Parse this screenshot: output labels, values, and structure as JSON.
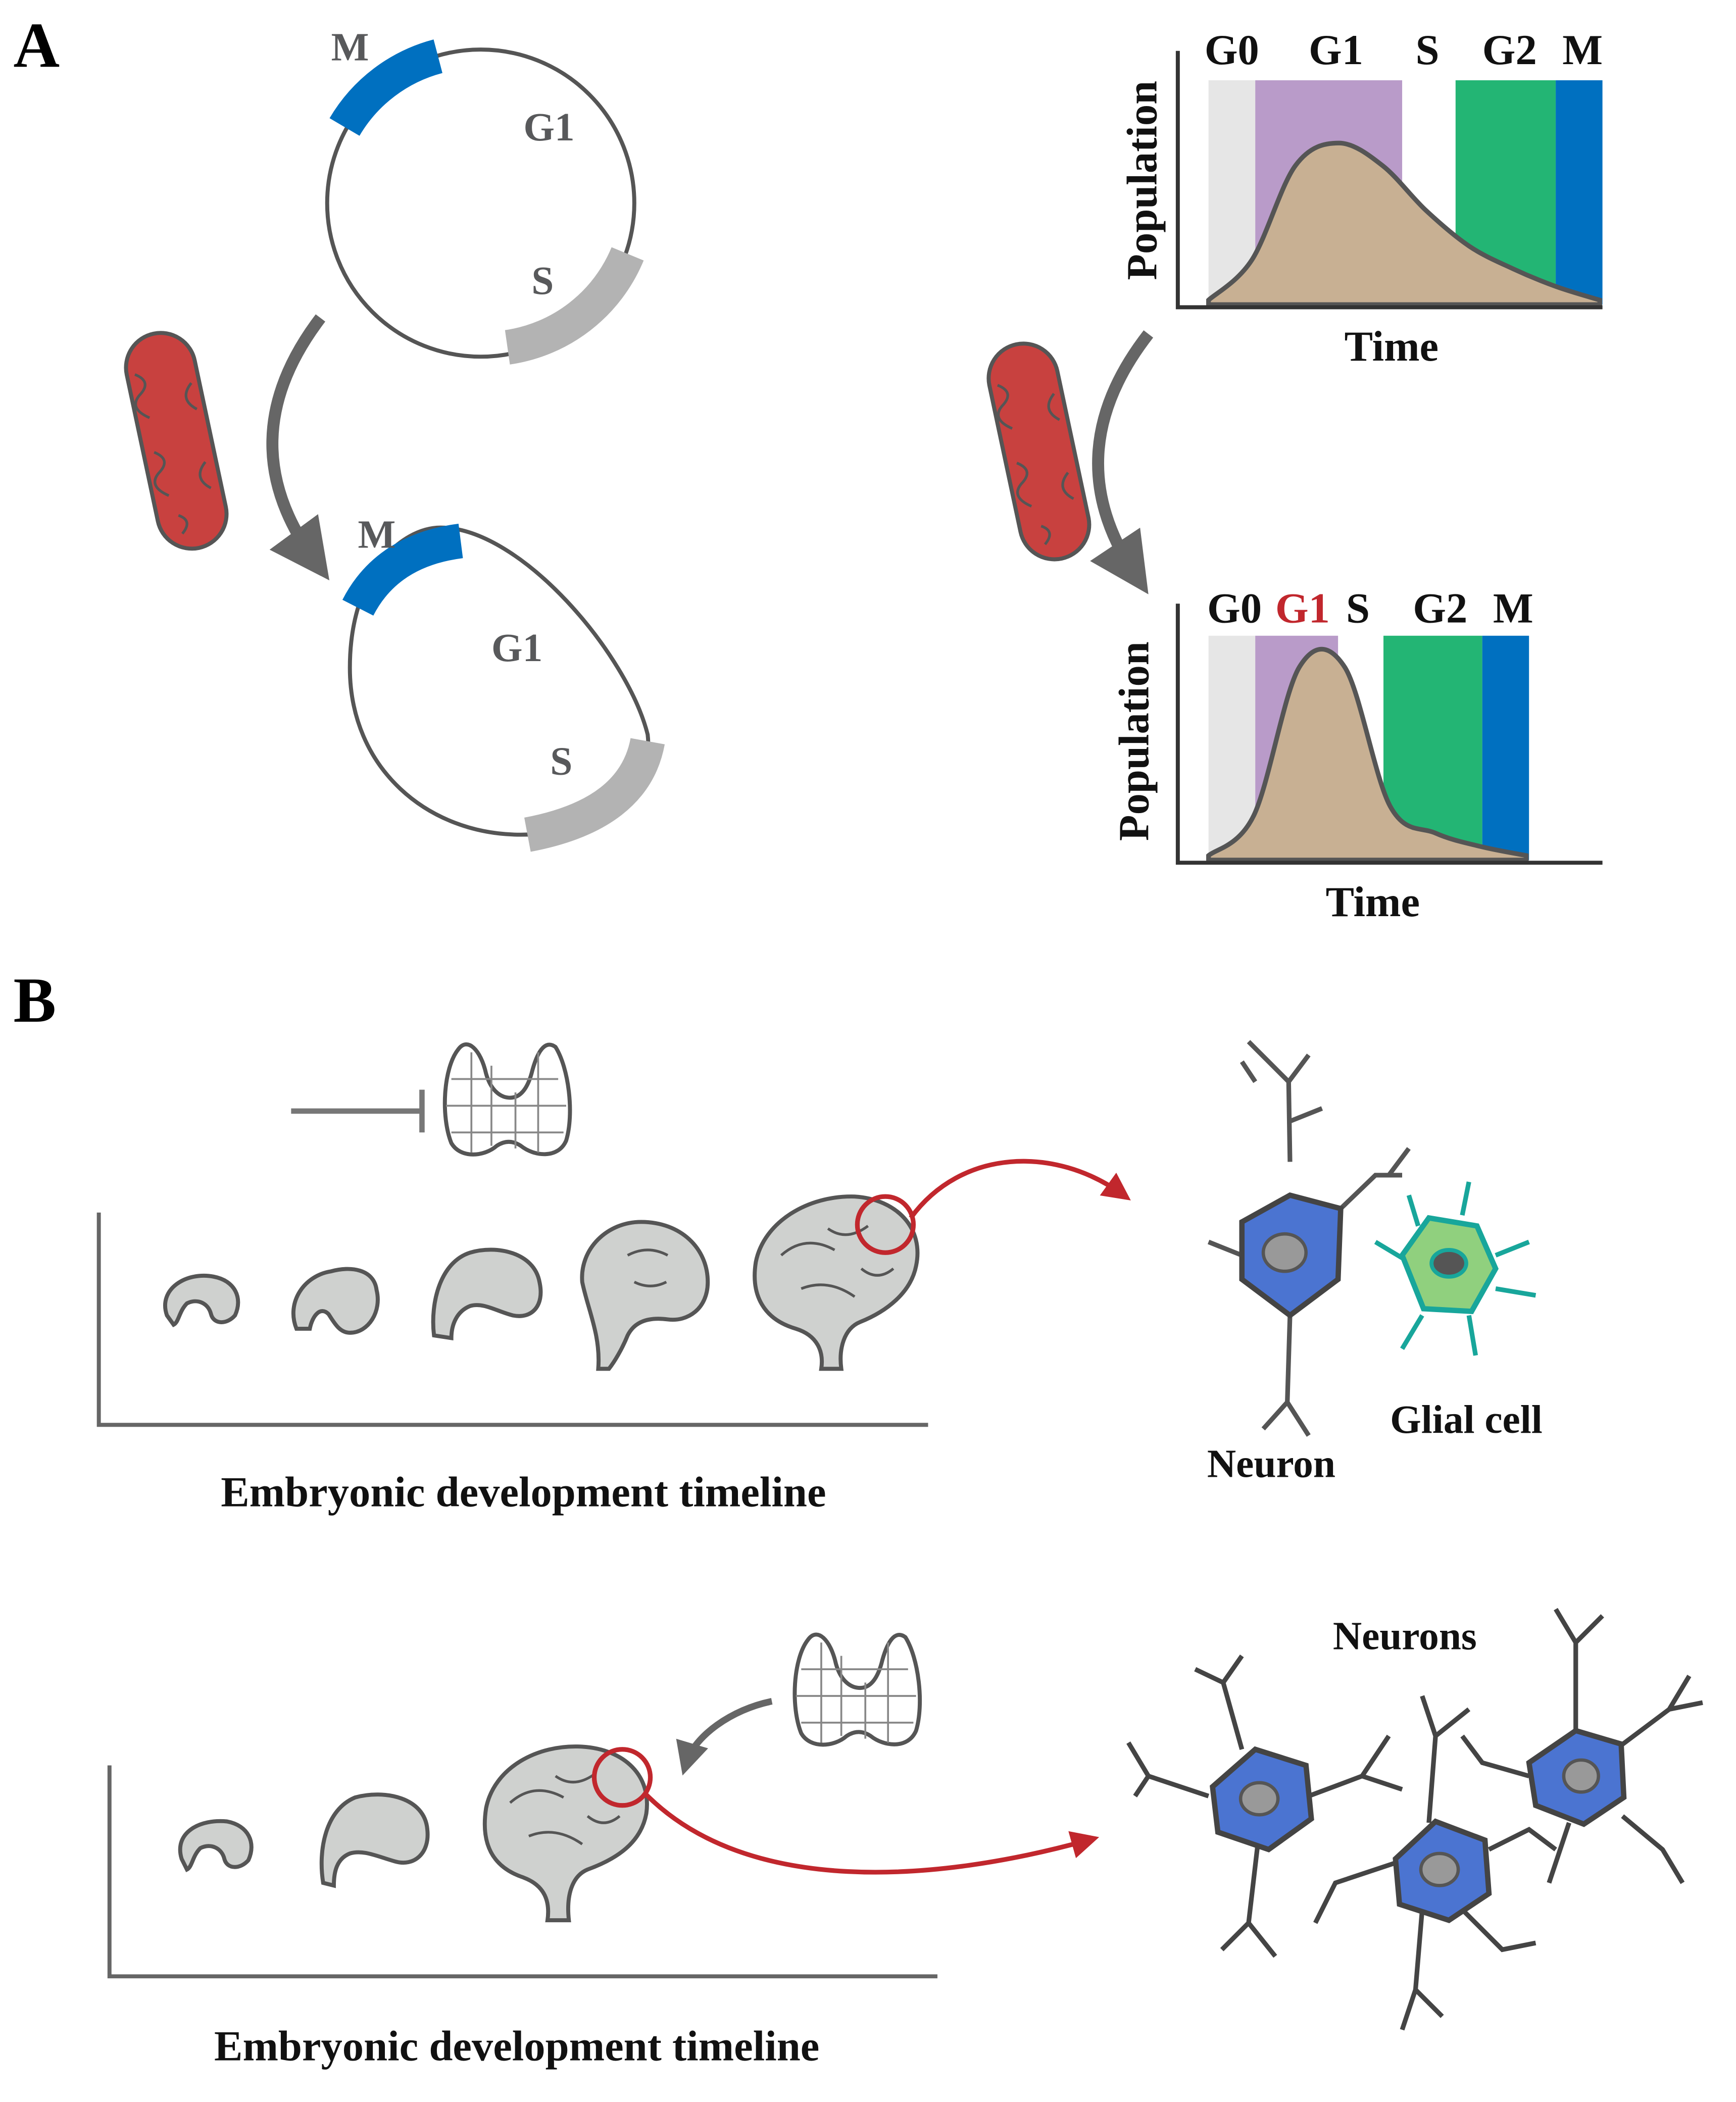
{
  "panels": {
    "a": "A",
    "b": "B"
  },
  "cycle_top": {
    "m": "M",
    "g1": "G1",
    "s": "S"
  },
  "cycle_bottom": {
    "m": "M",
    "g1": "G1",
    "s": "S"
  },
  "chart_top": {
    "phases": [
      "G0",
      "G1",
      "S",
      "G2",
      "M"
    ],
    "xlabel": "Time",
    "ylabel": "Population"
  },
  "chart_bottom": {
    "phases": [
      "G0",
      "G1",
      "S",
      "G2",
      "M"
    ],
    "xlabel": "Time",
    "ylabel": "Population"
  },
  "panel_b": {
    "timeline_top": "Embryonic development timeline",
    "timeline_bottom": "Embryonic development timeline",
    "neuron_label": "Neuron",
    "glial_label": "Glial cell",
    "neurons_label": "Neurons"
  },
  "colors": {
    "m_phase": "#0070c0",
    "s_phase": "#b3b3b3",
    "g0_band": "#e6e6e6",
    "g1_band": "#b99bc9",
    "g2_band": "#23b574",
    "m_band": "#0070c0",
    "population_fill": "#c8b093",
    "mitochondrion": "#c8413f",
    "highlight_red": "#c1272d",
    "brain_fill": "#cfd1cf",
    "neuron_body": "#4b74d1",
    "glial_body": "#90d07e",
    "glial_outline": "#18a69b",
    "arrow_grey": "#666666"
  },
  "chart_data": [
    {
      "type": "area",
      "series": [
        {
          "values": [
            0.02,
            0.2,
            0.62,
            0.72,
            0.62,
            0.42,
            0.26,
            0.16,
            0.08,
            0.02
          ]
        }
      ],
      "bands": [
        "G0",
        "G1",
        "S",
        "G2",
        "M"
      ]
    },
    {
      "type": "area",
      "series": [
        {
          "values": [
            0.02,
            0.2,
            0.86,
            0.86,
            0.24,
            0.12,
            0.06,
            0.02
          ]
        }
      ],
      "bands": [
        "G0",
        "G1",
        "S",
        "G2",
        "M"
      ],
      "highlight": "G1"
    }
  ]
}
